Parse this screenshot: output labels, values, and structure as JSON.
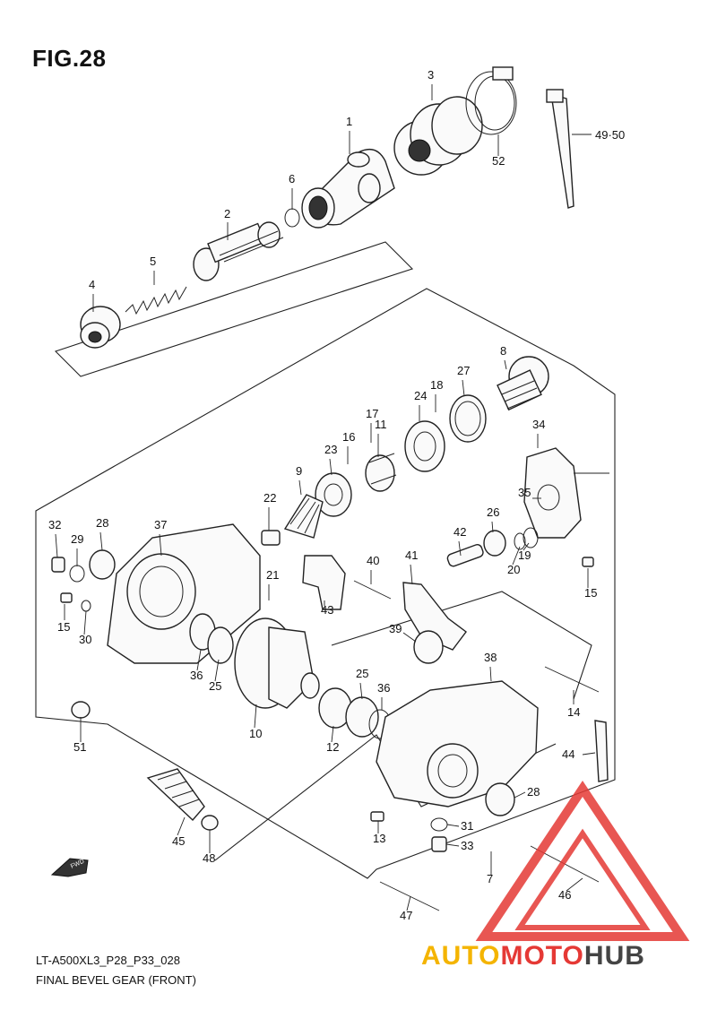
{
  "figure": {
    "title": "FIG.28",
    "code": "LT-A500XL3_P28_P33_028",
    "name": "FINAL BEVEL GEAR (FRONT)",
    "direction_marker": "FWD"
  },
  "parts": [
    "1",
    "2",
    "3",
    "4",
    "5",
    "6",
    "7",
    "8",
    "9",
    "10",
    "11",
    "12",
    "13",
    "14",
    "15",
    "15",
    "16",
    "17",
    "18",
    "19",
    "20",
    "21",
    "22",
    "23",
    "24",
    "25",
    "25",
    "26",
    "27",
    "28",
    "28",
    "29",
    "30",
    "31",
    "32",
    "33",
    "34",
    "35",
    "36",
    "36",
    "37",
    "38",
    "39",
    "40",
    "41",
    "42",
    "43",
    "44",
    "45",
    "46",
    "47",
    "48",
    "49·50",
    "51",
    "52"
  ],
  "watermark": {
    "part1": "AUTO",
    "part2": "MOTO",
    "part3": "HUB",
    "colors": {
      "yellow": "#f4b400",
      "red": "#e53935",
      "gray": "#444444"
    }
  }
}
